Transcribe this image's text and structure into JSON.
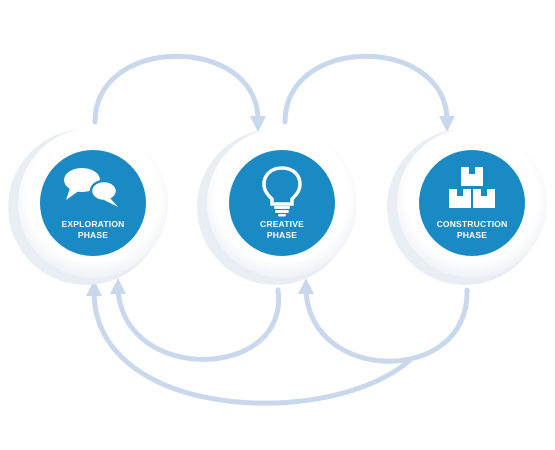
{
  "diagram": {
    "nodes": [
      {
        "id": "exploration",
        "label_line1": "EXPLORATION",
        "label_line2": "PHASE",
        "icon": "speech-bubbles-icon"
      },
      {
        "id": "creative",
        "label_line1": "CREATIVE",
        "label_line2": "PHASE",
        "icon": "lightbulb-icon"
      },
      {
        "id": "construction",
        "label_line1": "CONSTRUCTION",
        "label_line2": "PHASE",
        "icon": "stacked-boxes-icon"
      }
    ],
    "edges": [
      {
        "from": "exploration",
        "to": "creative"
      },
      {
        "from": "creative",
        "to": "construction"
      },
      {
        "from": "creative",
        "to": "exploration"
      },
      {
        "from": "construction",
        "to": "creative"
      },
      {
        "from": "construction",
        "to": "exploration"
      }
    ]
  },
  "colors": {
    "node_fill": "#1a8ac4",
    "ring": "#eef2f7",
    "arrow": "#c9d8ec",
    "text": "#ffffff"
  }
}
